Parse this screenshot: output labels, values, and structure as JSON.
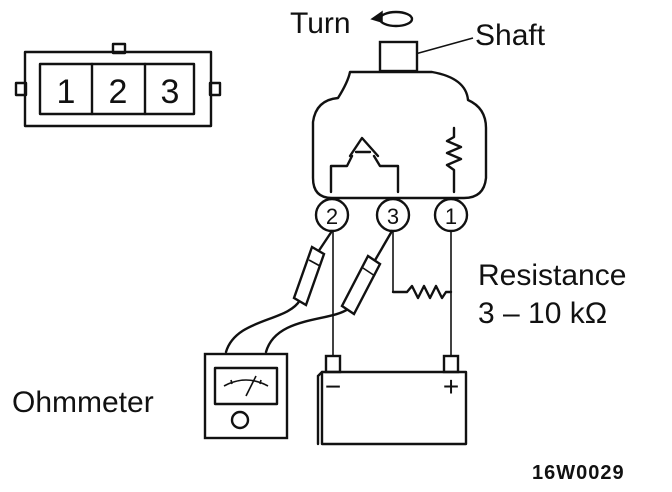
{
  "labels": {
    "turn": "Turn",
    "shaft": "Shaft",
    "resistance_line1": "Resistance",
    "resistance_line2": "3 – 10 kΩ",
    "ohmmeter": "Ohmmeter",
    "figure_code": "16W0029"
  },
  "connector": {
    "pins": [
      "1",
      "2",
      "3"
    ]
  },
  "terminals": [
    {
      "id": "2",
      "label": "2"
    },
    {
      "id": "3",
      "label": "3"
    },
    {
      "id": "1",
      "label": "1"
    }
  ],
  "battery": {
    "negative": "−",
    "positive": "+"
  },
  "icons": {
    "turn_arrow": "rotation-arrow-icon",
    "meter": "meter-dial-icon"
  }
}
